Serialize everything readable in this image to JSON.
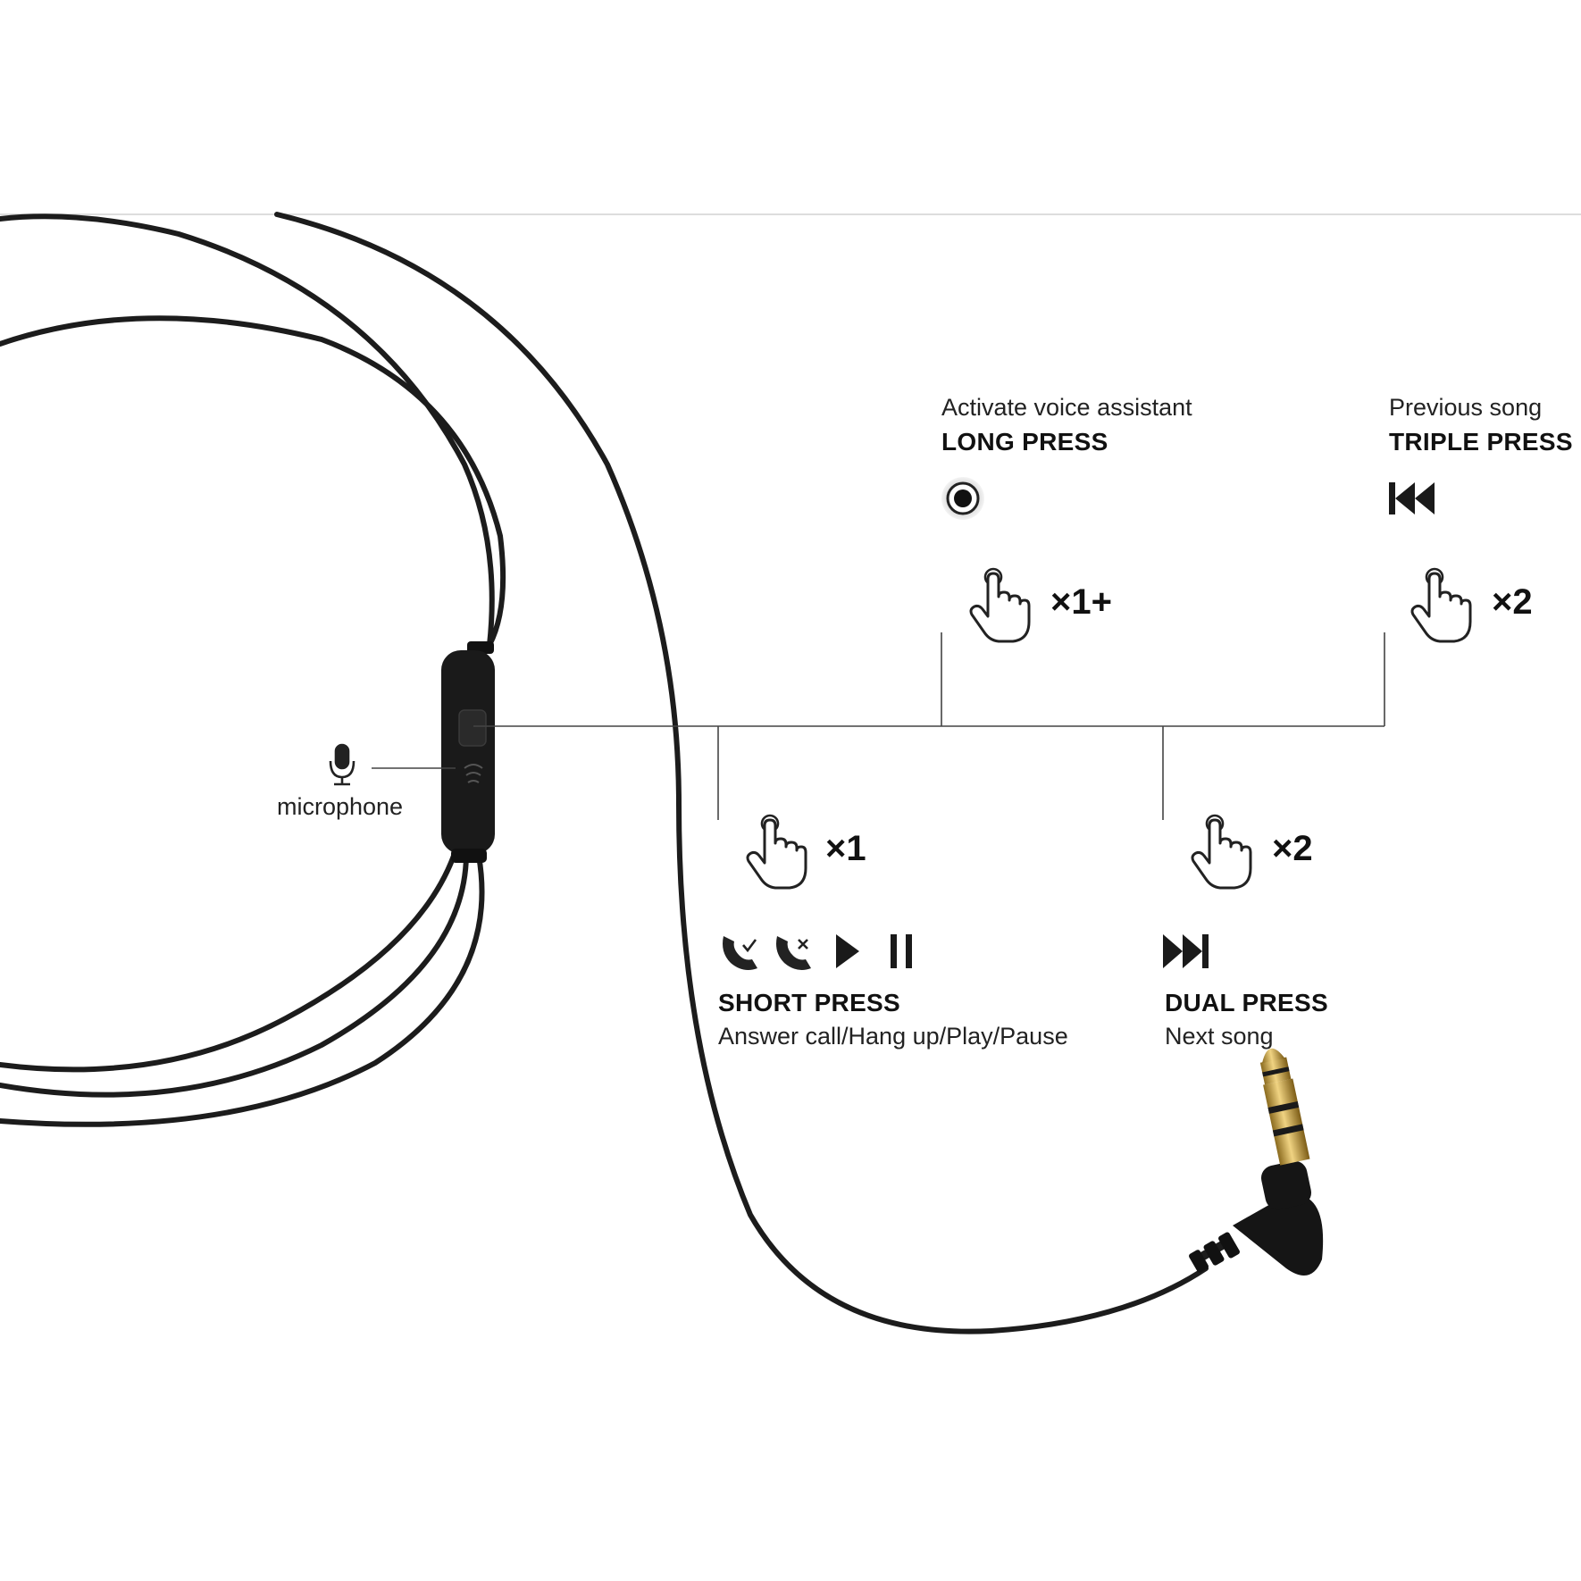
{
  "labels": {
    "microphone": "microphone",
    "long_press": {
      "desc": "Activate voice assistant",
      "title": "LONG PRESS",
      "count": "×1+"
    },
    "triple_press": {
      "desc": "Previous song",
      "title": "TRIPLE PRESS",
      "count": "×2"
    },
    "short_press": {
      "title": "SHORT PRESS",
      "desc": "Answer call/Hang up/Play/Pause",
      "count": "×1"
    },
    "dual_press": {
      "title": "DUAL PRESS",
      "desc": "Next song",
      "count": "×2"
    }
  },
  "icons": [
    "microphone-icon",
    "voice-assistant-icon",
    "previous-track-icon",
    "tap-hand-icon",
    "answer-call-icon",
    "hang-up-icon",
    "play-icon",
    "pause-icon",
    "next-track-icon"
  ],
  "colors": {
    "cable": "#1c1c1c",
    "connector_gold": "#c9a44a",
    "leader_line": "#444444"
  }
}
